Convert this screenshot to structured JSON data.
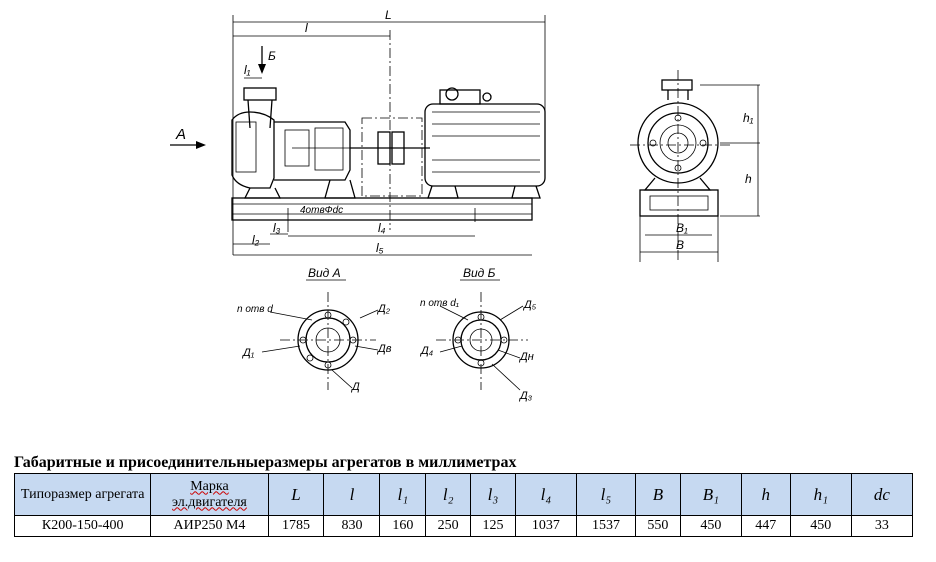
{
  "drawing": {
    "labels": {
      "L": "L",
      "l": "l",
      "l1": "l₁",
      "l2": "l₂",
      "l3": "l₃",
      "l4": "l₄",
      "l5": "l₅",
      "B": "B",
      "B1": "B₁",
      "h": "h",
      "h1": "h₁",
      "holes": "4отвФdc",
      "view_a_arrow": "А",
      "view_b_arrow": "Б",
      "view_a_title": "Вид А",
      "view_b_title": "Вид Б",
      "n_holes_d": "n отв d",
      "n_holes_d1": "n отв d₁",
      "D": "Д",
      "D1": "Д₁",
      "D2": "Д₂",
      "Dv": "Дв",
      "D3": "Д₃",
      "D4": "Д₄",
      "Dn": "Дн",
      "D5": "Д₅"
    }
  },
  "caption": "Габаритные и присоединительныеразмеры агрегатов в миллиметрах",
  "table": {
    "headers": {
      "type": "Типоразмер агрегата",
      "motor": "Марка эл.двигателя",
      "L": "L",
      "l": "l",
      "l1": "l₁",
      "l2": "l₂",
      "l3": "l₃",
      "l4": "l₄",
      "l5": "l₅",
      "B": "B",
      "B1": "B₁",
      "h": "h",
      "h1": "h₁",
      "dc": "dc"
    },
    "row": {
      "type": "К200-150-400",
      "motor": "АИР250 М4",
      "L": "1785",
      "l": "830",
      "l1": "160",
      "l2": "250",
      "l3": "125",
      "l4": "1037",
      "l5": "1537",
      "B": "550",
      "B1": "450",
      "h": "447",
      "h1": "450",
      "dc": "33"
    }
  }
}
